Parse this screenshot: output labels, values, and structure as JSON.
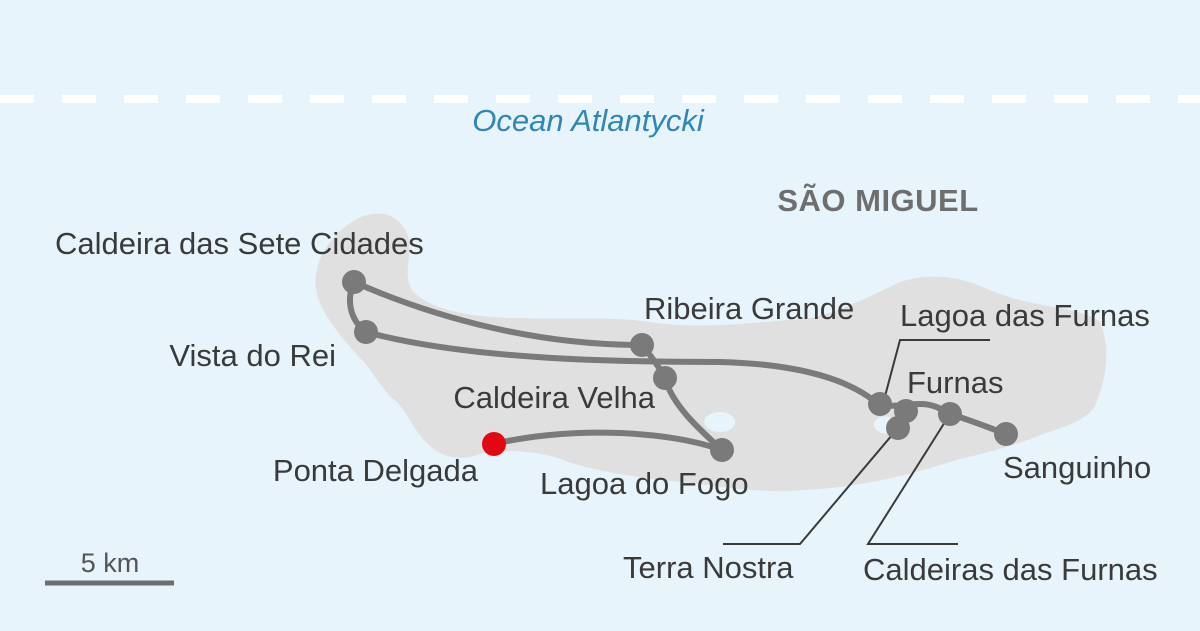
{
  "map": {
    "ocean_label": "Ocean Atlantycki",
    "island_label": "SÃO MIGUEL",
    "scale_label": "5 km",
    "places": {
      "caldeira_sete_cidades": "Caldeira das Sete Cidades",
      "vista_do_rei": "Vista do Rei",
      "ribeira_grande": "Ribeira Grande",
      "caldeira_velha": "Caldeira Velha",
      "ponta_delgada": "Ponta Delgada",
      "lagoa_do_fogo": "Lagoa do Fogo",
      "lagoa_das_furnas": "Lagoa das Furnas",
      "furnas": "Furnas",
      "sanguinho": "Sanguinho",
      "terra_nostra": "Terra Nostra",
      "caldeiras_das_furnas": "Caldeiras das Furnas"
    },
    "start_point": "Ponta Delgada",
    "colors": {
      "sea": "#e8f4fb",
      "land": "#e0e0e0",
      "route": "#7a7a7a",
      "start_marker": "#e30613",
      "ocean_text": "#2f86b8",
      "border_dash": "#ffffff"
    }
  }
}
